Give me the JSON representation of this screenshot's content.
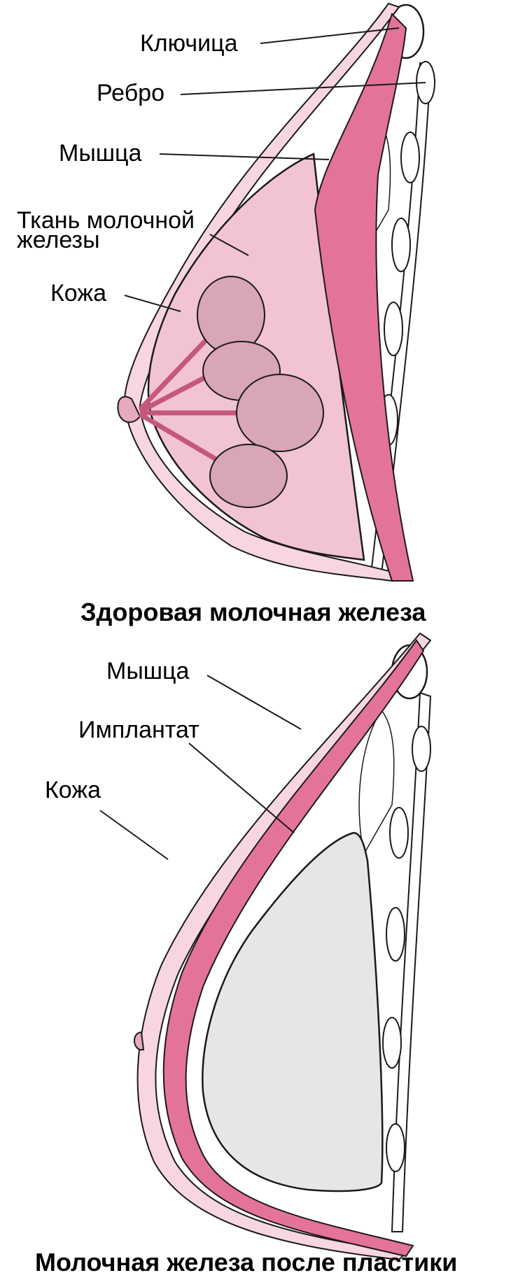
{
  "colors": {
    "skin_pink": "#f7d6e0",
    "muscle_pink": "#e4739b",
    "tissue_pink": "#f1c3d3",
    "lobule_mauve": "#d9a5b8",
    "implant_gray": "#e6e6e6",
    "bone_white": "#ffffff",
    "outline": "#1a1a1a"
  },
  "diagram_healthy": {
    "caption": "Здоровая молочная железа",
    "labels": {
      "clavicle": "Ключица",
      "rib": "Ребро",
      "muscle": "Мышца",
      "gland_tissue_line1": "Ткань молочной",
      "gland_tissue_line2": "железы",
      "skin": "Кожа"
    }
  },
  "diagram_implant": {
    "caption": "Молочная железа после пластики",
    "labels": {
      "muscle": "Мышца",
      "implant": "Имплантат",
      "skin": "Кожа"
    }
  }
}
